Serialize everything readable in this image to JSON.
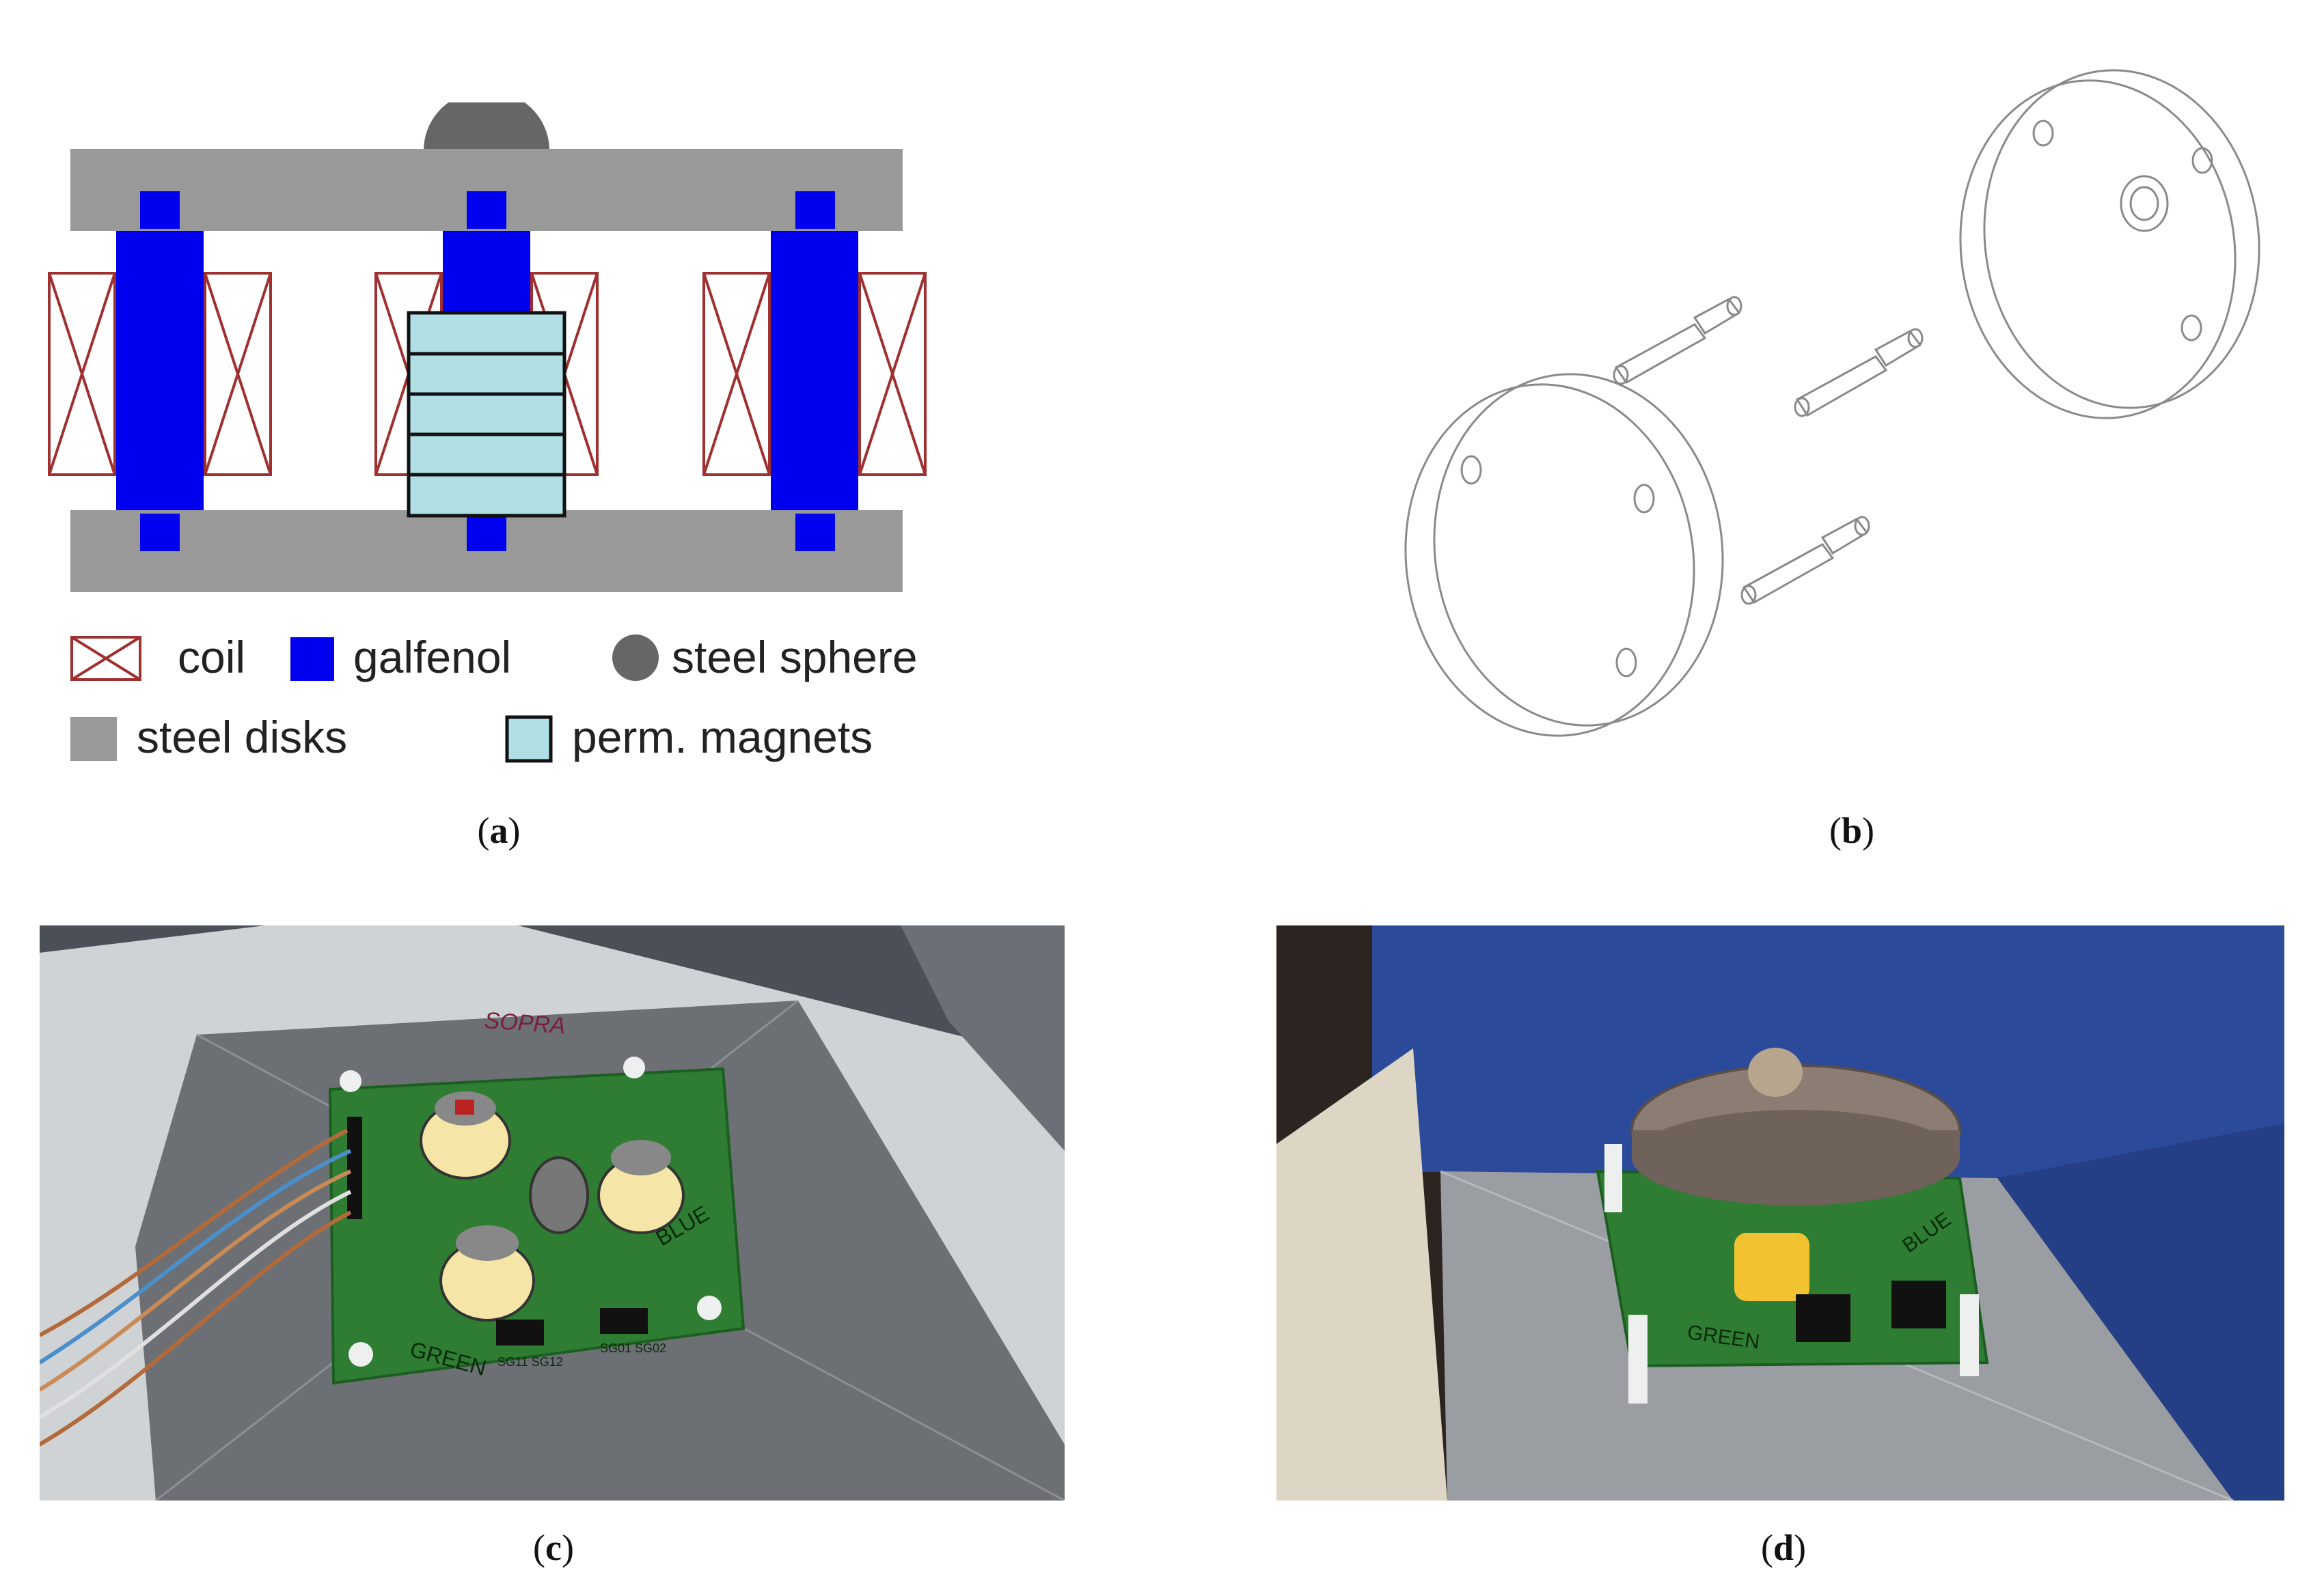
{
  "captions": {
    "a": "a",
    "b": "b",
    "c": "c",
    "d": "d"
  },
  "legend": {
    "coil": "coil",
    "galfenol": "galfenol",
    "steel_sphere": "steel sphere",
    "steel_disks": "steel disks",
    "perm_magnets": "perm. magnets"
  },
  "pcb_labels": {
    "green": "GREEN",
    "blue": "BLUE",
    "sopra": "SOPRA",
    "connectors": "SG11 SG12",
    "connectors2": "SG01 SG02"
  },
  "colors": {
    "coil": "#a03030",
    "galfenol": "#0000ee",
    "steel": "#999999",
    "sphere": "#666666",
    "magnet": "#b0e0e6",
    "pcb": "#2e7d32",
    "foam": "#2b4a9a"
  },
  "icons": {
    "fig_a": "sensor-cross-section-diagram",
    "fig_b": "exploded-disk-assembly-drawing",
    "fig_c": "pcb-top-view-photo",
    "fig_d": "assembled-device-photo"
  }
}
